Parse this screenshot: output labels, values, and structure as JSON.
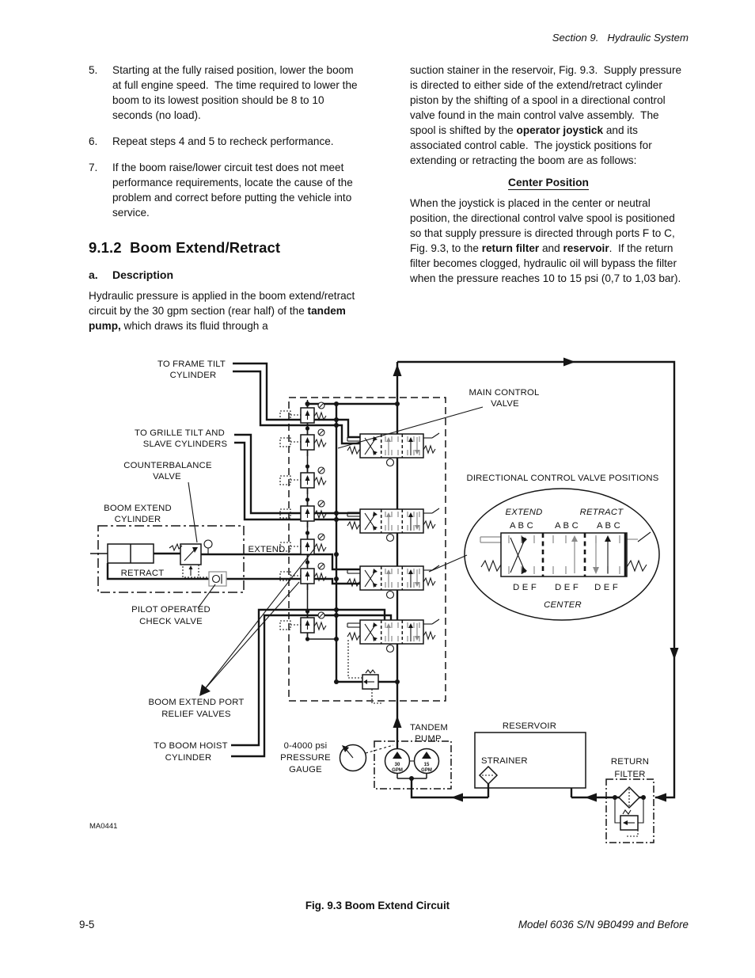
{
  "header": {
    "section": "Section 9.   Hydraulic System"
  },
  "left": {
    "items": [
      {
        "num": "5.",
        "text": "Starting at the fully raised position, lower the boom at full engine speed.  The time required to lower the boom to its lowest position should be 8 to 10 seconds (no load)."
      },
      {
        "num": "6.",
        "text": "Repeat steps 4 and 5 to recheck performance."
      },
      {
        "num": "7.",
        "text": "If the boom raise/lower circuit test does not meet performance requirements, locate the cause of the problem and correct before putting the vehicle into service."
      }
    ],
    "heading": "9.1.2  Boom Extend/Retract",
    "sub_num": "a.",
    "sub_title": "Description",
    "para": [
      "Hydraulic pressure is applied in the boom extend/retract circuit by the 30 gpm section (rear half) of the ",
      "tandem pump,",
      " which draws its fluid through a"
    ]
  },
  "right": {
    "para1": [
      "suction stainer in the reservoir, Fig. 9.3.  Supply pressure is directed to either side of the extend/retract cylinder piston by the shifting of a spool in a directional control valve found in the main control valve assembly.  The spool is shifted by the ",
      "operator joystick",
      " and its associated control cable.  The joystick positions for extending or retracting the boom are as follows:"
    ],
    "center_heading": "Center Position",
    "para2": [
      "When the joystick is placed in the center or neutral position, the directional control valve spool is positioned so that supply pressure is directed through ports F to C, Fig. 9.3, to the ",
      "return filter",
      " and ",
      "reservoir",
      ".  If the return filter becomes clogged, hydraulic oil will bypass the filter when the pressure reaches 10 to 15 psi (0,7 to 1,03 bar)."
    ]
  },
  "diagram": {
    "labels": {
      "frame_tilt_1": "TO FRAME TILT",
      "frame_tilt_2": "CYLINDER",
      "main_control_1": "MAIN CONTROL",
      "main_control_2": "VALVE",
      "grille_1": "TO GRILLE TILT AND",
      "grille_2": "SLAVE CYLINDERS",
      "counterbalance_1": "COUNTERBALANCE",
      "counterbalance_2": "VALVE",
      "dcv_positions": "DIRECTIONAL CONTROL VALVE POSITIONS",
      "boom_extend_1": "BOOM EXTEND",
      "boom_extend_2": "CYLINDER",
      "extend_port": "EXTEND",
      "retract_port": "RETRACT",
      "pilot_1": "PILOT OPERATED",
      "pilot_2": "CHECK VALVE",
      "port_relief_1": "BOOM EXTEND PORT",
      "port_relief_2": "RELIEF VALVES",
      "boom_hoist_1": "TO BOOM HOIST",
      "boom_hoist_2": "CYLINDER",
      "gauge_1": "0-4000 psi",
      "gauge_2": "PRESSURE",
      "gauge_3": "GAUGE",
      "pump_1": "TANDEM",
      "pump_2": "PUMP",
      "pump30": "30",
      "pump15": "15",
      "gpm": "GPM",
      "reservoir": "RESERVOIR",
      "strainer": "STRAINER",
      "return_filter_1": "RETURN",
      "return_filter_2": "FILTER",
      "code": "MA0441"
    },
    "ellipse": {
      "extend": "EXTEND",
      "retract": "RETRACT",
      "abc": "A B C",
      "def": "D E F",
      "center": "CENTER"
    }
  },
  "figure": {
    "caption": "Fig. 9.3 Boom Extend Circuit"
  },
  "footer": {
    "page": "9-5",
    "model": "Model 6036 S/N 9B0499 and Before"
  }
}
